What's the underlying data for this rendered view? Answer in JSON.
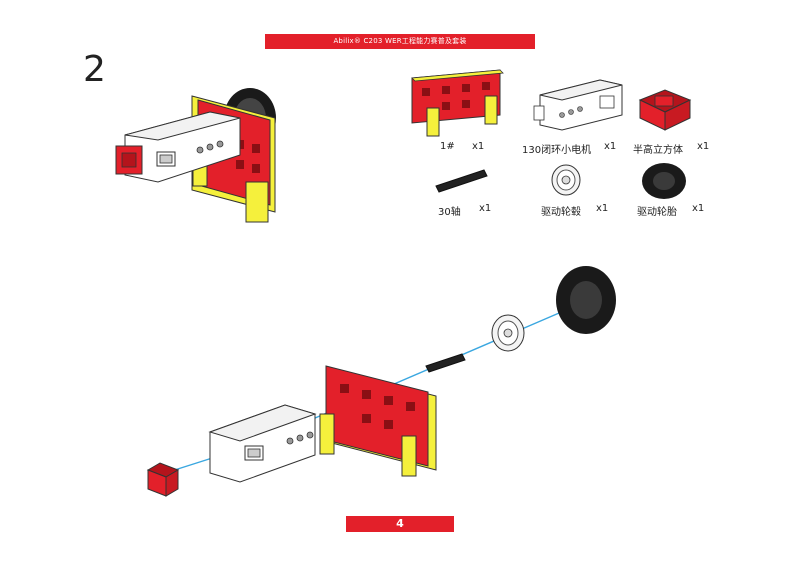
{
  "header": {
    "title": "Abilix® C203 WER工程能力赛普及套装"
  },
  "step": {
    "number": "2"
  },
  "parts": [
    {
      "name": "1#",
      "qty": "x1"
    },
    {
      "name": "130闭环小电机",
      "qty": "x1"
    },
    {
      "name": "半高立方体",
      "qty": "x1"
    },
    {
      "name": "30轴",
      "qty": "x1"
    },
    {
      "name": "驱动轮毂",
      "qty": "x1"
    },
    {
      "name": "驱动轮胎",
      "qty": "x1"
    }
  ],
  "footer": {
    "page": "4"
  },
  "colors": {
    "brand_red": "#e3202a",
    "part_yellow": "#f5f03c",
    "arrow_blue": "#3aa7e0"
  }
}
